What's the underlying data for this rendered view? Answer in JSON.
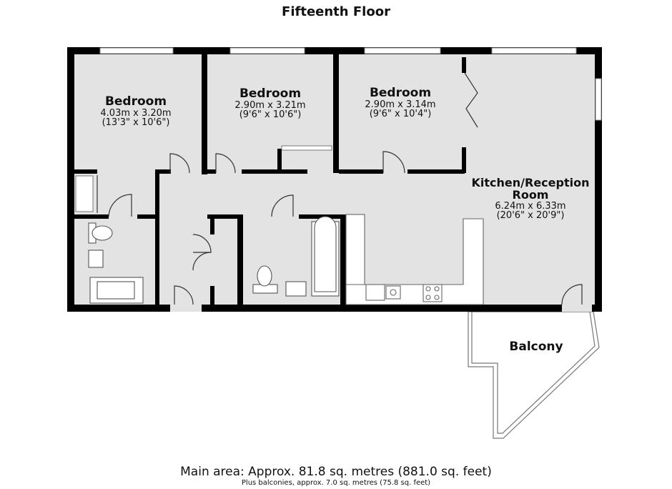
{
  "title": "Fifteenth Floor",
  "rooms": {
    "bedroom1": {
      "name": "Bedroom",
      "metric": "4.03m x 3.20m",
      "imperial": "(13'3\" x 10'6\")"
    },
    "bedroom2": {
      "name": "Bedroom",
      "metric": "2.90m x 3.21m",
      "imperial": "(9'6\" x 10'6\")"
    },
    "bedroom3": {
      "name": "Bedroom",
      "metric": "2.90m x 3.14m",
      "imperial": "(9'6\" x 10'4\")"
    },
    "kitchen": {
      "name_line1": "Kitchen/Reception",
      "name_line2": "Room",
      "metric": "6.24m x 6.33m",
      "imperial": "(20'6\" x 20'9\")"
    },
    "balcony": {
      "name": "Balcony"
    }
  },
  "footer": {
    "main_area": "Main area: Approx. 81.8 sq. metres (881.0 sq. feet)",
    "balconies": "Plus balconies, approx. 7.0 sq. metres (75.8 sq. feet)"
  },
  "colors": {
    "wall": "#000000",
    "floor": "#e3e3e3",
    "fixture_line": "#555555",
    "background": "#ffffff"
  }
}
